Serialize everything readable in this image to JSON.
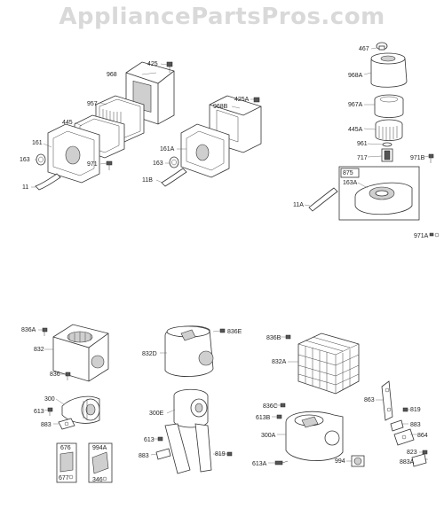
{
  "watermark": "AppliancePartsPros.com",
  "labels": {
    "p425": "425",
    "p968": "968",
    "p957": "957",
    "p445": "445",
    "p161": "161",
    "p163": "163",
    "p971": "971",
    "p11": "11",
    "p425A": "425A",
    "p968B": "968B",
    "p161A": "161A",
    "p163b": "163",
    "p11B": "11B",
    "p467": "467",
    "p968A": "968A",
    "p967A": "967A",
    "p445A": "445A",
    "p961": "961",
    "p717": "717",
    "p971B": "971B",
    "p875": "875",
    "p163A": "163A",
    "p11A": "11A",
    "p971A": "971A",
    "p836A": "836A",
    "p832": "832",
    "p836": "836",
    "p300": "300",
    "p613": "613",
    "p883": "883",
    "p676": "676",
    "p677": "677",
    "p994A": "994A",
    "p346": "346",
    "p836E": "836E",
    "p832D": "832D",
    "p300E": "300E",
    "p613b": "613",
    "p883b": "883",
    "p819": "819",
    "p836B": "836B",
    "p832A": "832A",
    "p836C": "836C",
    "p613B": "613B",
    "p300A": "300A",
    "p613A": "613A",
    "p994": "994",
    "p863": "863",
    "p819b": "819",
    "p883c": "883",
    "p864": "864",
    "p823": "823",
    "p883A": "883A"
  }
}
